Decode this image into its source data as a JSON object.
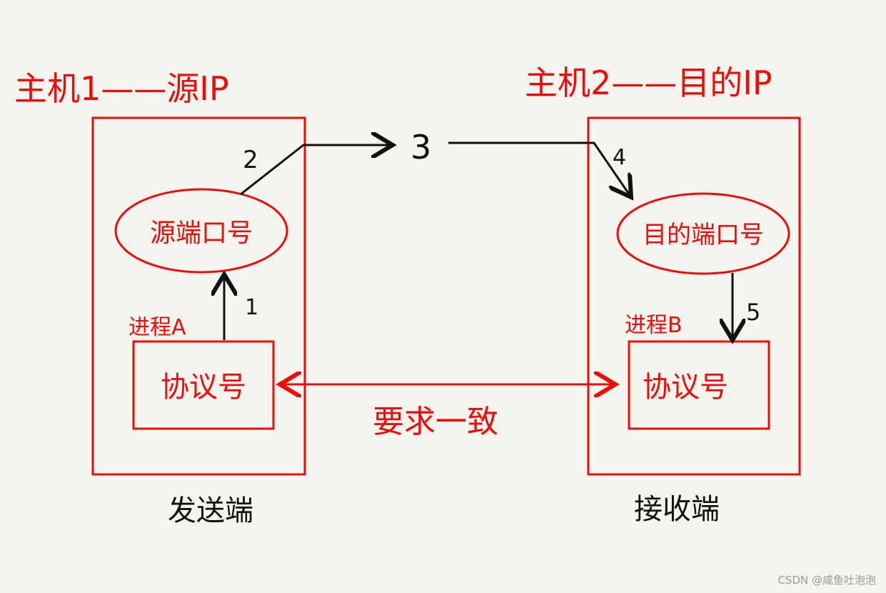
{
  "host1_label": "主机1——源IP",
  "host2_label": "主机2——目的IP",
  "source_port": "源端口号",
  "dest_port": "目的端口号",
  "process_a": "进程A",
  "process_b": "进程B",
  "protocol_a": "协议号",
  "protocol_b": "协议号",
  "consistency_label": "要求一致",
  "sender_label": "发送端",
  "receiver_label": "接收端",
  "steps": [
    "1",
    "2",
    "3",
    "4",
    "5"
  ],
  "watermark": "CSDN @咸鱼吐泡泡",
  "colors": {
    "red": "#f00a0a",
    "black": "#111111",
    "background": "#f5f5f0"
  }
}
